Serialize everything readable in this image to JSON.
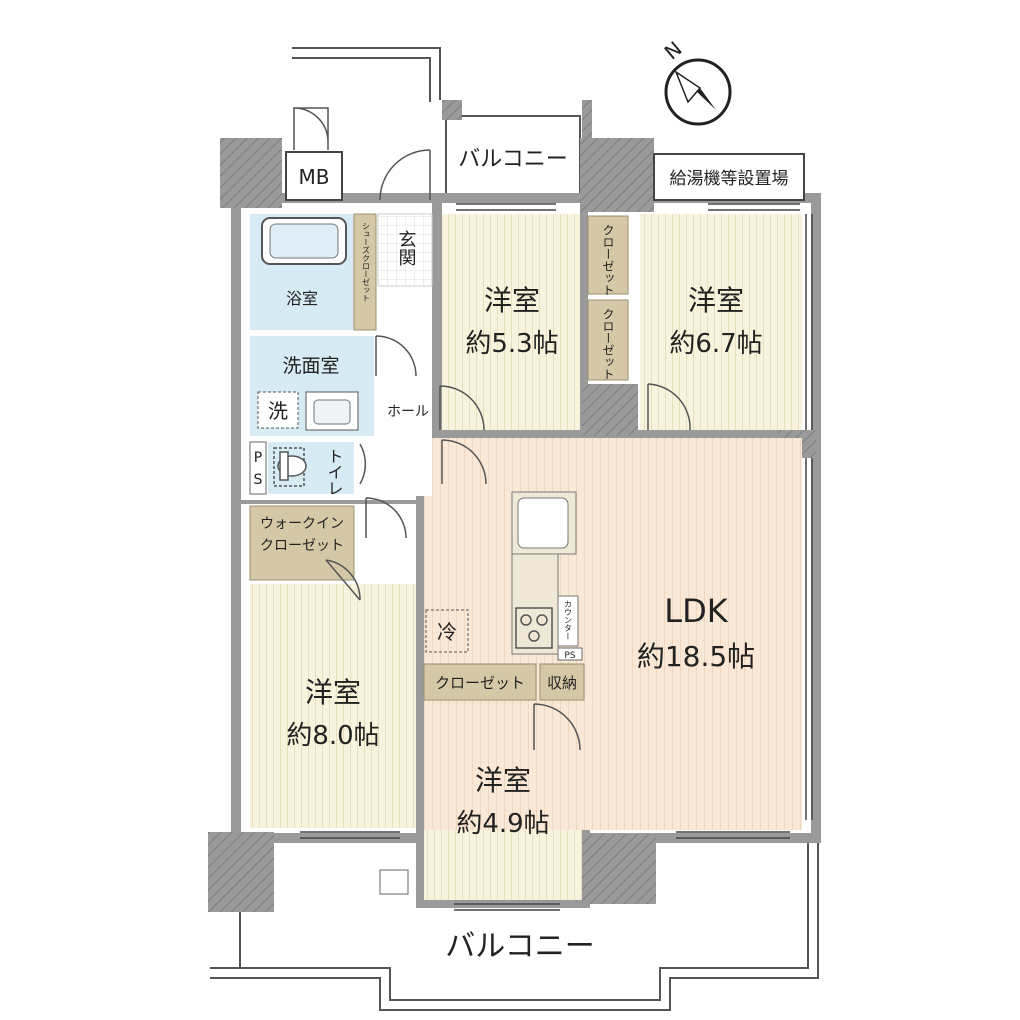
{
  "compass": {
    "north": "N"
  },
  "balconies": {
    "top": "バルコニー",
    "bottom": "バルコニー"
  },
  "utility": {
    "mb": "MB",
    "water_heater_area": "給湯機等設置場",
    "ps_left_1": "P",
    "ps_left_2": "S",
    "ps_kitchen": "PS",
    "washer": "洗",
    "fridge": "冷",
    "counter": "カウンター"
  },
  "rooms": {
    "entrance": "玄関",
    "hall": "ホール",
    "bath": "浴室",
    "washroom": "洗面室",
    "toilet": "トイレ",
    "shoes_closet": "シューズクローゼット",
    "walk_in_closet_1": "ウォークイン",
    "walk_in_closet_2": "クローゼット",
    "room_53": {
      "name": "洋室",
      "size": "約5.3帖"
    },
    "room_67": {
      "name": "洋室",
      "size": "約6.7帖"
    },
    "room_80": {
      "name": "洋室",
      "size": "約8.0帖"
    },
    "room_49": {
      "name": "洋室",
      "size": "約4.9帖"
    },
    "ldk": {
      "name": "LDK",
      "size": "約18.5帖"
    },
    "closet_a": "クローゼット",
    "closet_b": "クローゼット",
    "closet_c": "クローゼット",
    "storage": "収納"
  }
}
